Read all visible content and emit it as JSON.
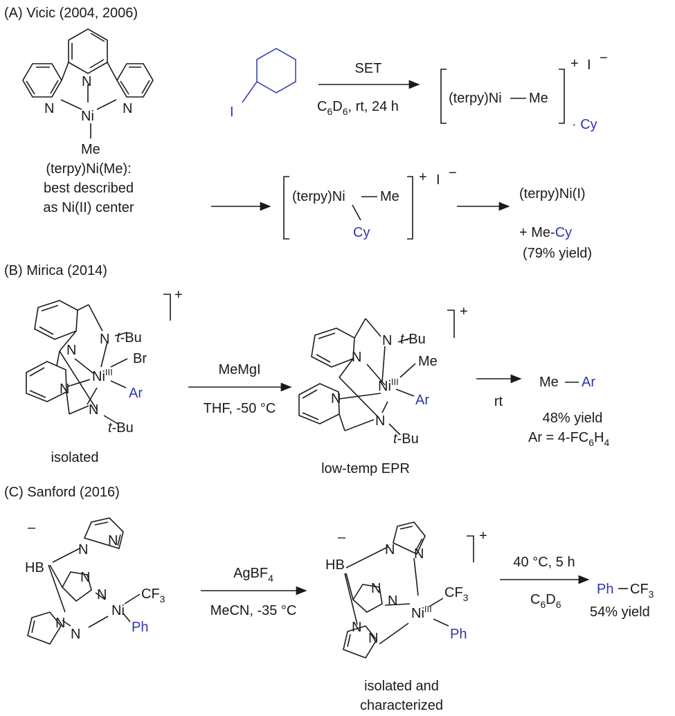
{
  "section_a": {
    "heading": "(A) Vicic (2004, 2006)",
    "atoms": {
      "n": "N",
      "ni": "Ni",
      "me": "Me",
      "i": "I"
    },
    "complex_caption": [
      "(terpy)Ni(Me):",
      "best described",
      "as Ni(II) center"
    ],
    "arrow1_top": "SET",
    "arrow1_bottom": {
      "pre": "C",
      "sub1": "6",
      "mid": "D",
      "sub2": "6",
      "post": ", rt, 24 h"
    },
    "intermediate1": {
      "left": "(terpy)Ni",
      "right": "Me",
      "charge": "+",
      "anion": "I",
      "anion_charge": "−",
      "radical": "· Cy"
    },
    "intermediate2": {
      "left": "(terpy)Ni",
      "right": "Me",
      "cy": "Cy",
      "charge": "+",
      "anion": "I",
      "anion_charge": "−"
    },
    "product": {
      "line1": "(terpy)Ni(I)",
      "plus": "+ Me-",
      "cy": "Cy",
      "yield": "(79% yield)"
    }
  },
  "section_b": {
    "heading": "(B) Mirica (2014)",
    "atoms": {
      "n": "N",
      "ni": "Ni",
      "ox": "III",
      "tbu_t": "t",
      "tbu_rest": "-Bu",
      "br": "Br",
      "ar": "Ar",
      "me": "Me",
      "plus": "+"
    },
    "caption1": "isolated",
    "arrow1_top": "MeMgI",
    "arrow1_bottom": "THF, -50 °C",
    "caption2": "low-temp EPR",
    "arrow2_bottom": "rt",
    "product": {
      "me": "Me",
      "ar": "Ar",
      "yield": "48% yield",
      "ar_def_pre": "Ar = 4-FC",
      "ar_def_sub1": "6",
      "ar_def_mid": "H",
      "ar_def_sub2": "4"
    }
  },
  "section_c": {
    "heading": "(C) Sanford (2016)",
    "atoms": {
      "n": "N",
      "ni": "Ni",
      "ox": "III",
      "hb": "HB",
      "minus": "–",
      "cf3": "CF",
      "cf3_sub": "3",
      "ph": "Ph",
      "plus": "+"
    },
    "arrow1_top": {
      "pre": "AgBF",
      "sub": "4"
    },
    "arrow1_bottom": "MeCN, -35 °C",
    "caption2": [
      "isolated and",
      "characterized"
    ],
    "arrow2_top": "40 °C, 5 h",
    "arrow2_bottom": {
      "pre": "C",
      "sub1": "6",
      "mid": "D",
      "sub2": "6"
    },
    "product": {
      "ph": "Ph",
      "cf3": "CF",
      "cf3_sub": "3",
      "yield": "54% yield"
    }
  }
}
